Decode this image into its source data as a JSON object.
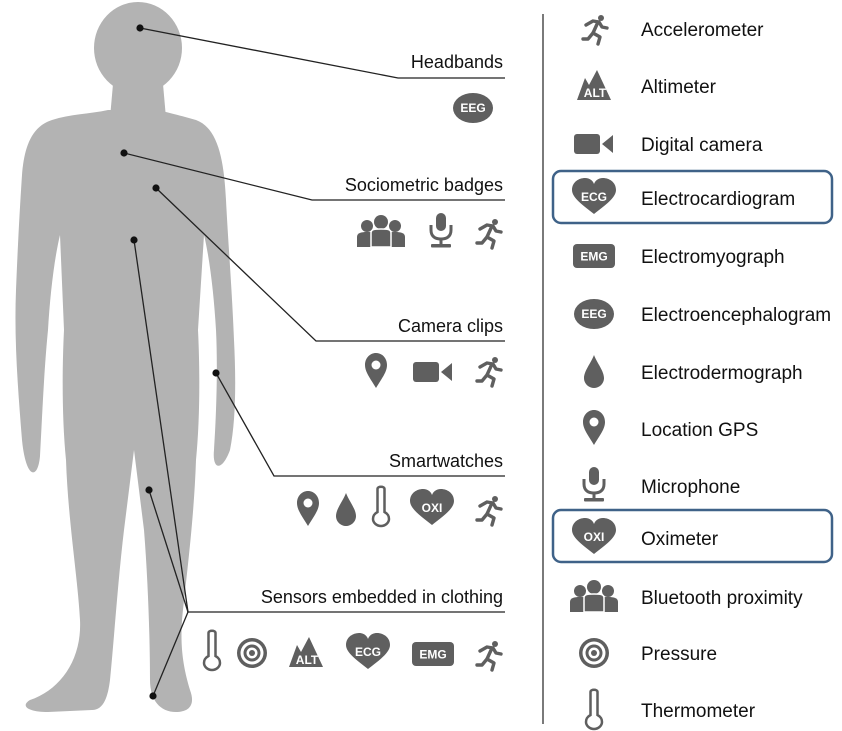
{
  "categories": [
    {
      "label": "Headbands",
      "icons": [
        "eeg-icon"
      ]
    },
    {
      "label": "Sociometric badges",
      "icons": [
        "bluetooth-proximity-icon",
        "microphone-icon",
        "accelerometer-icon"
      ]
    },
    {
      "label": "Camera clips",
      "icons": [
        "location-gps-icon",
        "digital-camera-icon",
        "accelerometer-icon"
      ]
    },
    {
      "label": "Smartwatches",
      "icons": [
        "location-gps-icon",
        "electrodermograph-icon",
        "thermometer-icon",
        "oximeter-icon",
        "accelerometer-icon"
      ]
    },
    {
      "label": "Sensors embedded in clothing",
      "icons": [
        "thermometer-icon",
        "pressure-icon",
        "altimeter-icon",
        "ecg-icon",
        "emg-icon",
        "accelerometer-icon"
      ]
    }
  ],
  "badges": {
    "eeg": "EEG",
    "ecg": "ECG",
    "emg": "EMG",
    "oxi": "OXI",
    "alt": "ALT"
  },
  "legend": [
    {
      "icon": "accelerometer-icon",
      "label": "Accelerometer",
      "highlighted": false
    },
    {
      "icon": "altimeter-icon",
      "label": "Altimeter",
      "highlighted": false
    },
    {
      "icon": "digital-camera-icon",
      "label": "Digital camera",
      "highlighted": false
    },
    {
      "icon": "ecg-icon",
      "label": "Electrocardiogram",
      "highlighted": true
    },
    {
      "icon": "emg-icon",
      "label": "Electromyograph",
      "highlighted": false
    },
    {
      "icon": "eeg-icon",
      "label": "Electroencephalogram",
      "highlighted": false
    },
    {
      "icon": "electrodermograph-icon",
      "label": "Electrodermograph",
      "highlighted": false
    },
    {
      "icon": "location-gps-icon",
      "label": "Location GPS",
      "highlighted": false
    },
    {
      "icon": "microphone-icon",
      "label": "Microphone",
      "highlighted": false
    },
    {
      "icon": "oximeter-icon",
      "label": "Oximeter",
      "highlighted": true
    },
    {
      "icon": "bluetooth-proximity-icon",
      "label": "Bluetooth proximity",
      "highlighted": false
    },
    {
      "icon": "pressure-icon",
      "label": "Pressure",
      "highlighted": false
    },
    {
      "icon": "thermometer-icon",
      "label": "Thermometer",
      "highlighted": false
    }
  ],
  "colors": {
    "body": "#b3b3b3",
    "icon": "#5f5f5f",
    "highlight": "#3f6288",
    "line": "#222222"
  }
}
